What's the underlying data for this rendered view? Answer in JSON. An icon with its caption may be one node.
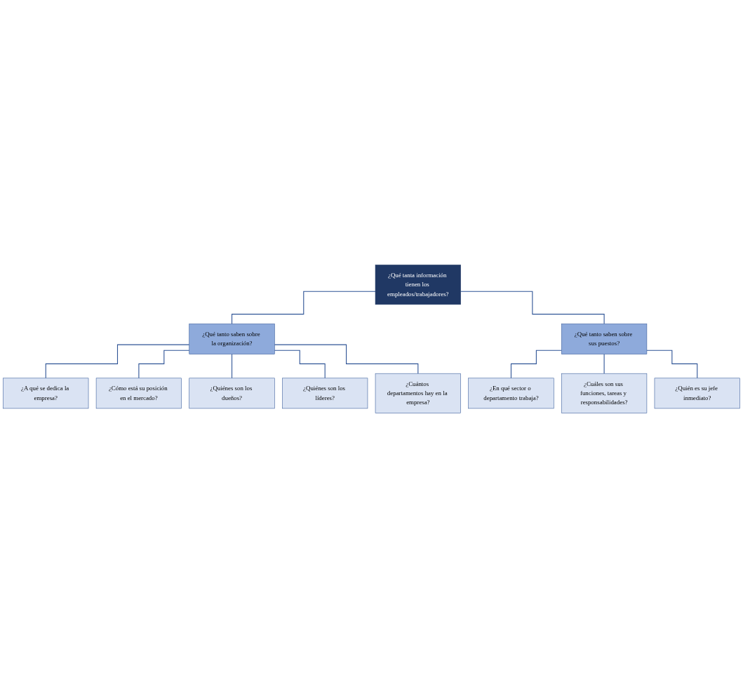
{
  "diagram": {
    "nodes": [
      {
        "text": [
          "¿Qué tanta información tienen los empleados/trabajadores?"
        ]
      },
      {
        "text": [
          "¿Qué tanto saben sobre la organización?"
        ]
      },
      {
        "text": [
          "¿Qué tanto saben sobre sus puestos?"
        ]
      },
      {
        "text": [
          "¿A qué se dedica la empresa?"
        ]
      },
      {
        "text": [
          "¿Cómo está su posición en el mercado?"
        ]
      },
      {
        "text": [
          "¿Quiénes son los dueños?"
        ]
      },
      {
        "text": [
          "¿Quiénes son los líderes?"
        ]
      },
      {
        "text": [
          "¿Cuántos departamentos hay en la empresa?"
        ]
      },
      {
        "text": [
          "¿En qué sector o departamento trabaja?"
        ]
      },
      {
        "text": [
          "¿Cuáles son sus funciones, tareas y responsabilidades?"
        ]
      },
      {
        "text": [
          "¿Quién es su jefe inmediato?"
        ]
      }
    ],
    "edges": [
      {
        "from": 0,
        "to": 1,
        "arrow": "none"
      },
      {
        "from": 0,
        "to": 2,
        "arrow": "none"
      },
      {
        "from": 1,
        "to": 3,
        "arrow": "none"
      },
      {
        "from": 1,
        "to": 4,
        "arrow": "none"
      },
      {
        "from": 1,
        "to": 5,
        "arrow": "none"
      },
      {
        "from": 1,
        "to": 6,
        "arrow": "none"
      },
      {
        "from": 1,
        "to": 7,
        "arrow": "none"
      },
      {
        "from": 2,
        "to": 8,
        "arrow": "none"
      },
      {
        "from": 2,
        "to": 9,
        "arrow": "none"
      },
      {
        "from": 2,
        "to": 10,
        "arrow": "none"
      }
    ]
  }
}
